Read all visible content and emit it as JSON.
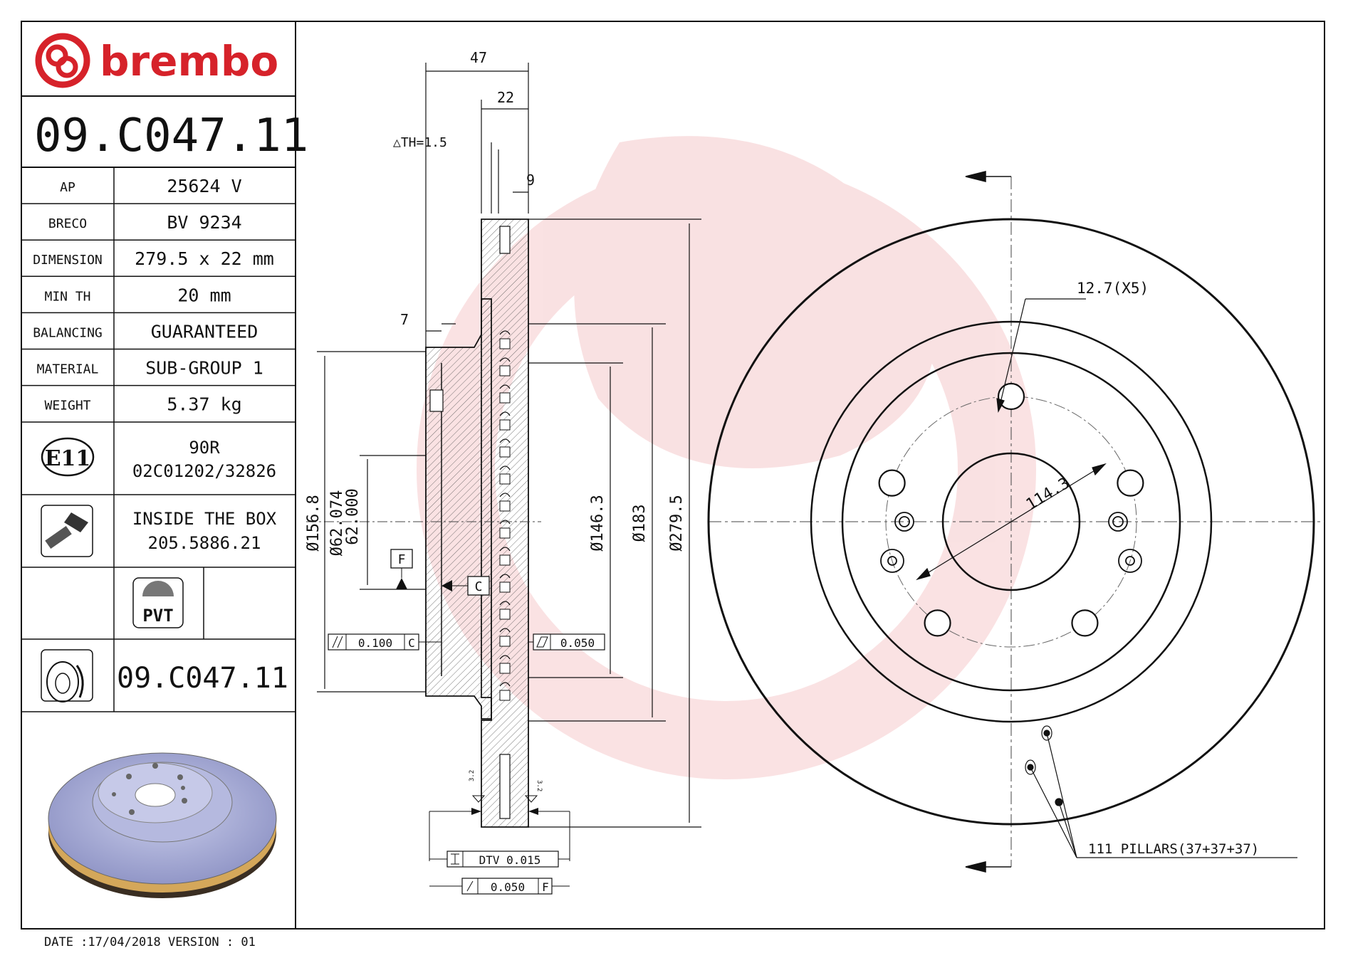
{
  "brand": {
    "name": "brembo",
    "color": "#d6222a"
  },
  "part_code": "09.C047.11",
  "specs": [
    {
      "label": "AP",
      "value": "25624 V"
    },
    {
      "label": "BRECO",
      "value": "BV 9234"
    },
    {
      "label": "DIMENSION",
      "value": "279.5 x 22 mm"
    },
    {
      "label": "MIN TH",
      "value": "20 mm"
    },
    {
      "label": "BALANCING",
      "value": "GUARANTEED"
    },
    {
      "label": "MATERIAL",
      "value": "SUB-GROUP 1"
    },
    {
      "label": "WEIGHT",
      "value": "5.37 kg"
    }
  ],
  "homologation": {
    "mark": "E11",
    "line1": "90R",
    "line2": "02C01202/32826"
  },
  "box_info": {
    "line1": "INSIDE THE BOX",
    "line2": "205.5886.21"
  },
  "pvt_label": "PVT",
  "footer_code": "09.C047.11",
  "date_line": "DATE :17/04/2018 VERSION : 01",
  "section": {
    "d47": "47",
    "d22": "22",
    "th": "△TH=1.5",
    "d9": "9",
    "d7": "7",
    "dia_156": "Ø156.8",
    "dia_62a": "Ø62.074",
    "dia_62b": "62.000",
    "dia_146": "Ø146.3",
    "dia_183": "Ø183",
    "dia_279": "Ø279.5",
    "datum_f": "F",
    "datum_c": "C",
    "tol_parallel_val": "0.100",
    "tol_parallel_ref": "C",
    "tol_flat_val": "0.050",
    "dtv_label": "DTV 0.015",
    "runout_val": "0.050",
    "runout_ref": "F",
    "rough": "3.2"
  },
  "front": {
    "hole_label": "12.7(X5)",
    "pcd": "114.3",
    "pillars": "111 PILLARS(37+37+37)"
  }
}
